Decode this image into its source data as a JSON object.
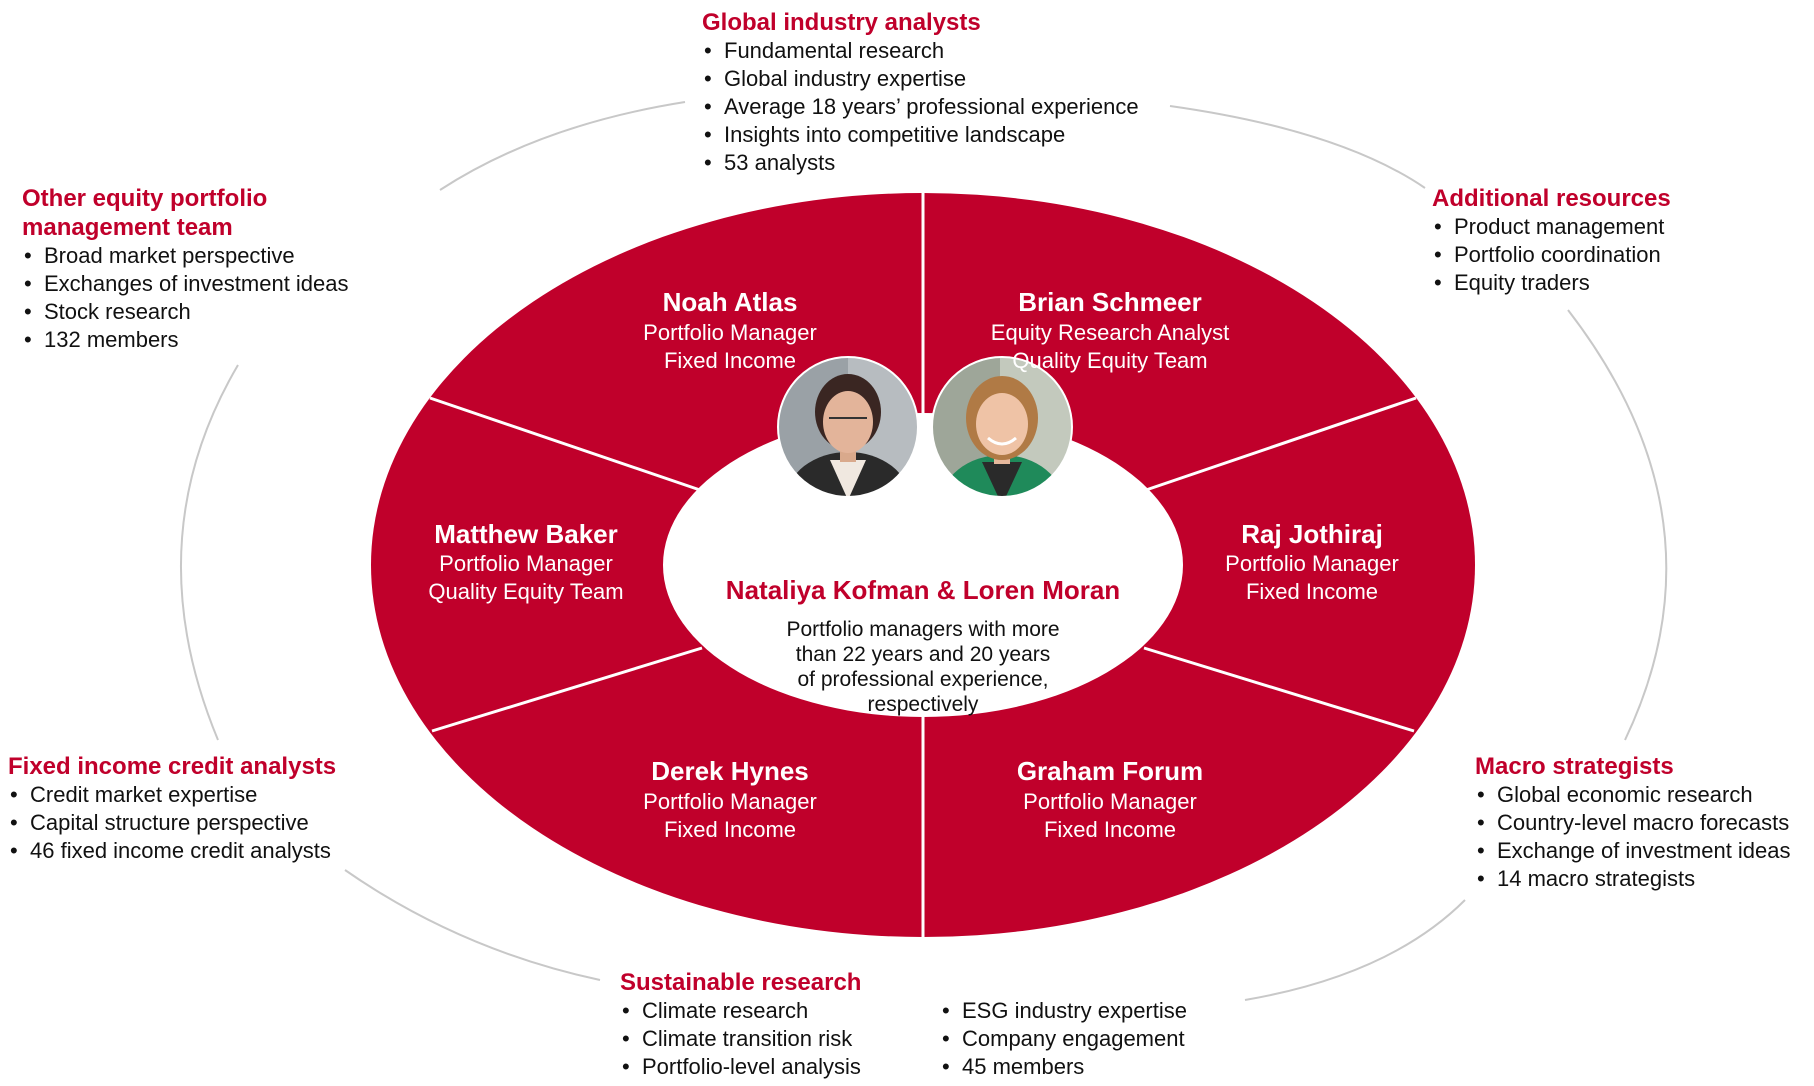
{
  "colors": {
    "accent": "#c0002b",
    "ring": "#c8c8c8",
    "segment_fill": "#c0002b",
    "text_dark": "#111111"
  },
  "center": {
    "names": "Nataliya Kofman & Loren Moran",
    "description_lines": [
      "Portfolio managers with more",
      "than 22 years and 20 years",
      "of professional experience,",
      "respectively"
    ],
    "photos": [
      "person-photo",
      "person-photo"
    ]
  },
  "segments": [
    {
      "name": "Noah Atlas",
      "role": "Portfolio Manager",
      "team": "Fixed Income"
    },
    {
      "name": "Brian Schmeer",
      "role": "Equity Research Analyst",
      "team": "Quality Equity Team"
    },
    {
      "name": "Matthew Baker",
      "role": "Portfolio Manager",
      "team": "Quality Equity Team"
    },
    {
      "name": "Raj Jothiraj",
      "role": "Portfolio Manager",
      "team": "Fixed Income"
    },
    {
      "name": "Derek Hynes",
      "role": "Portfolio Manager",
      "team": "Fixed Income"
    },
    {
      "name": "Graham Forum",
      "role": "Portfolio Manager",
      "team": "Fixed Income"
    }
  ],
  "resources": {
    "global": {
      "title": "Global industry analysts",
      "items": [
        "Fundamental research",
        "Global industry expertise",
        "Average 18 years’ professional experience",
        "Insights into competitive landscape",
        "53 analysts"
      ]
    },
    "other_equity": {
      "title_line1": "Other equity portfolio",
      "title_line2": "management team",
      "items": [
        "Broad market perspective",
        "Exchanges of investment ideas",
        "Stock research",
        "132 members"
      ]
    },
    "additional": {
      "title": "Additional resources",
      "items": [
        "Product management",
        "Portfolio coordination",
        "Equity traders"
      ]
    },
    "fixed_income": {
      "title": "Fixed income credit analysts",
      "items": [
        "Credit market expertise",
        "Capital structure perspective",
        "46 fixed income credit analysts"
      ]
    },
    "macro": {
      "title": "Macro strategists",
      "items": [
        "Global economic research",
        "Country-level macro forecasts",
        "Exchange of investment ideas",
        "14 macro strategists"
      ]
    },
    "sustainable": {
      "title": "Sustainable research",
      "items_left": [
        "Climate research",
        "Climate transition risk",
        "Portfolio-level analysis"
      ],
      "items_right": [
        "ESG industry expertise",
        "Company engagement",
        "45 members"
      ]
    }
  }
}
